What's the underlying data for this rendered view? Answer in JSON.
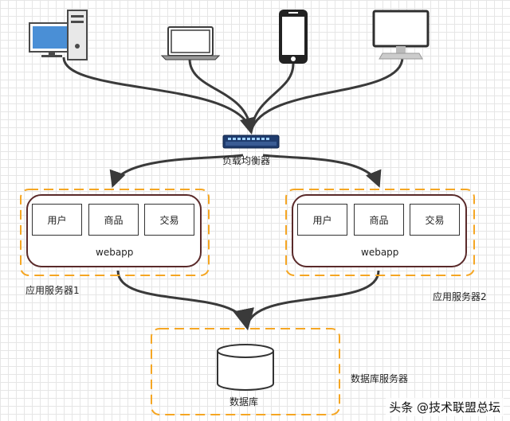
{
  "diagram": {
    "load_balancer_label": "负载均衡器",
    "server_1": {
      "modules": [
        "用户",
        "商品",
        "交易"
      ],
      "app_label": "webapp",
      "caption": "应用服务器1"
    },
    "server_2": {
      "modules": [
        "用户",
        "商品",
        "交易"
      ],
      "app_label": "webapp",
      "caption": "应用服务器2"
    },
    "database": {
      "node_label": "数据库",
      "caption": "数据库服务器"
    },
    "clients": [
      "desktop-pc-icon",
      "laptop-icon",
      "smartphone-icon",
      "monitor-icon"
    ],
    "watermark": "头条 @技术联盟总坛",
    "colors": {
      "dashed_orange": "#f5a623",
      "dark_outline": "#5a2a2a",
      "arrow": "#3a3a3a",
      "device_blue": "#4a8fd6",
      "switch_navy": "#1f3c6e"
    }
  }
}
